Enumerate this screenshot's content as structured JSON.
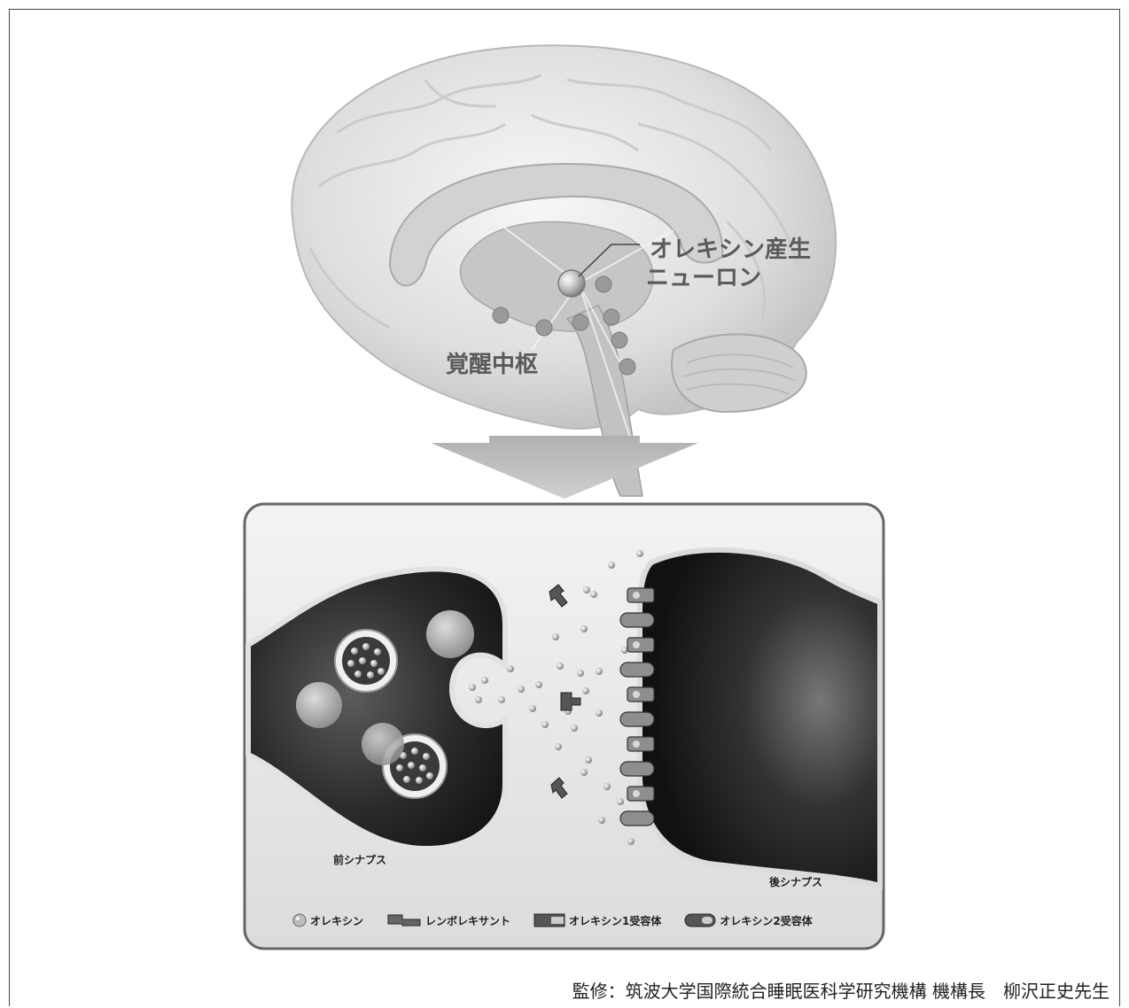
{
  "labels": {
    "neuron_line1": "オレキシン産生",
    "neuron_line2": "ニューロン",
    "arousal_center": "覚醒中枢",
    "pre_synapse": "前シナプス",
    "post_synapse": "後シナプス"
  },
  "legend": [
    {
      "icon": "orexin-ball-icon",
      "label": "オレキシン"
    },
    {
      "icon": "lemborexant-icon",
      "label": "レンボレキサント"
    },
    {
      "icon": "receptor1-icon",
      "label": "オレキシン1受容体"
    },
    {
      "icon": "receptor2-icon",
      "label": "オレキシン2受容体"
    }
  ],
  "credit": "監修：筑波大学国際統合睡眠医科学研究機構 機構長　柳沢正史先生",
  "colors": {
    "brain_light": "#ececec",
    "brain_mid": "#bdbdbd",
    "cell_dark": "#2a2a2a",
    "membrane": "#d9d9d9",
    "label_gray": "#5a5a5a"
  }
}
